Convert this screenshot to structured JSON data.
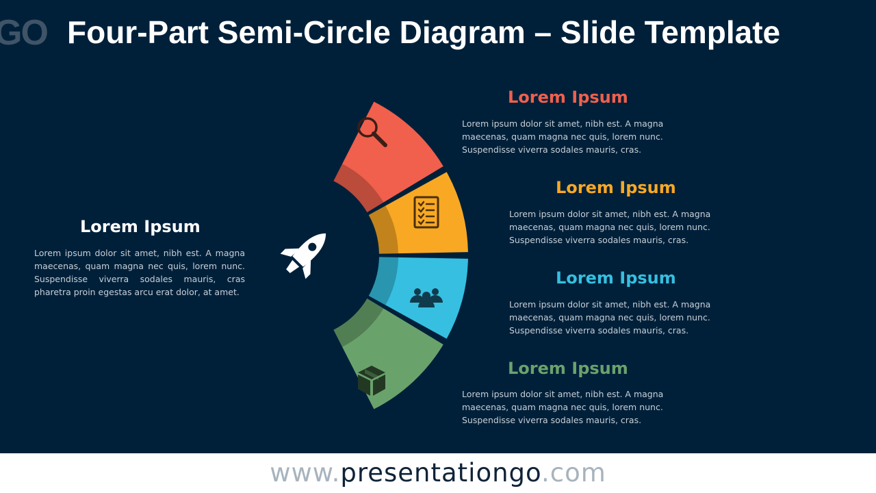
{
  "logo": {
    "text": "GO"
  },
  "title": "Four-Part Semi-Circle Diagram – Slide Template",
  "left": {
    "heading": "Lorem Ipsum",
    "body": "Lorem ipsum dolor sit amet, nibh est. A magna maecenas, quam magna nec quis, lorem nunc. Suspendisse viverra sodales mauris, cras pharetra proin egestas arcu erat dolor, at amet."
  },
  "items": [
    {
      "heading": "Lorem Ipsum",
      "color": "#f0604c",
      "icon": "magnifier-icon",
      "body": "Lorem ipsum dolor sit amet, nibh est. A magna\nmaecenas, quam magna nec quis, lorem nunc.\nSuspendisse viverra sodales mauris, cras."
    },
    {
      "heading": "Lorem Ipsum",
      "color": "#f9a824",
      "icon": "checklist-icon",
      "body": "Lorem ipsum dolor sit amet, nibh est. A magna\nmaecenas, quam magna nec quis, lorem nunc.\nSuspendisse viverra sodales mauris, cras."
    },
    {
      "heading": "Lorem Ipsum",
      "color": "#36bfe0",
      "icon": "team-icon",
      "body": "Lorem ipsum dolor sit amet, nibh est. A magna\nmaecenas, quam magna nec quis, lorem nunc.\nSuspendisse viverra sodales mauris, cras."
    },
    {
      "heading": "Lorem Ipsum",
      "color": "#6aa26c",
      "icon": "package-icon",
      "body": "Lorem ipsum dolor sit amet, nibh est. A magna\nmaecenas, quam magna nec quis, lorem nunc.\nSuspendisse viverra sodales mauris, cras."
    }
  ],
  "center_icon": "rocket-icon",
  "footer": {
    "www": "www.",
    "domain": "presentationgo",
    "tld": ".com"
  }
}
